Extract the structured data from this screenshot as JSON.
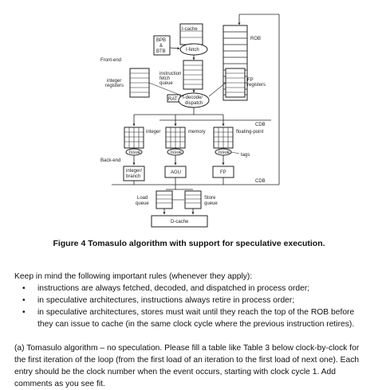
{
  "diagram": {
    "labels": {
      "icache": "I-cache",
      "rob": "ROB",
      "bpb_line1": "BPB",
      "bpb_line2": "&",
      "bpb_line3": "BTB",
      "ifetch": "I-fetch",
      "frontend": "Front-end",
      "int_regs_line1": "integer",
      "int_regs_line2": "registers",
      "iq_line1": "instruction",
      "iq_line2": "fetch",
      "iq_line3": "queue",
      "fp_regs_line1": "FP",
      "fp_regs_line2": "registers",
      "rat": "RAT",
      "decode_line1": "I-decode/",
      "decode_line2": "dispatch",
      "cdb_top": "CDB",
      "rs_integer": "integer",
      "rs_memory": "memory",
      "rs_fp": "floating-point",
      "issue1": "issue",
      "issue2": "issue",
      "issue3": "issue",
      "tags": "tags",
      "backend": "Back-end",
      "alu_line1": "integer/",
      "alu_line2": "branch",
      "agu": "AGU",
      "fpu": "FP",
      "cdb_bottom": "CDB",
      "lq_line1": "Load",
      "lq_line2": "queue",
      "sq_line1": "Store",
      "sq_line2": "queue",
      "dcache": "D-cache"
    }
  },
  "caption": "Figure 4 Tomasulo algorithm with support for speculative execution.",
  "intro": "Keep in mind the following important rules (whenever they apply):",
  "rules": [
    "instructions are always fetched, decoded, and dispatched in process order;",
    "in speculative architectures, instructions always retire in process order;",
    "in speculative architectures, stores must wait until they reach the top of the ROB before they can issue to cache (in the same clock cycle where the previous instruction retires)."
  ],
  "question": "(a) Tomasulo algorithm – no speculation. Please fill a table like Table 3 below clock-by-clock for the first iteration of the loop (from the first load of an iteration to the first load of next one). Each entry should be the clock number when the event occurs, starting with clock cycle 1. Add comments as you see fit."
}
